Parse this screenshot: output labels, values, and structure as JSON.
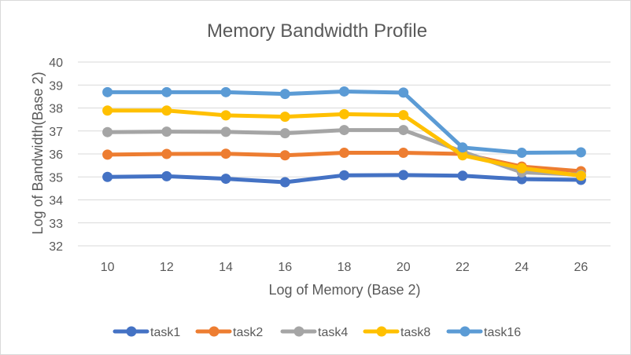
{
  "chart_data": {
    "type": "line",
    "title": "Memory Bandwidth Profile",
    "xlabel": "Log of Memory (Base 2)",
    "ylabel": "Log of Bandwidth(Base 2)",
    "categories": [
      10,
      12,
      14,
      16,
      18,
      20,
      22,
      24,
      26
    ],
    "ylim": [
      32,
      40
    ],
    "yticks": [
      32,
      33,
      34,
      35,
      36,
      37,
      38,
      39,
      40
    ],
    "grid": true,
    "legend_position": "bottom",
    "series": [
      {
        "name": "task1",
        "color": "#4472C4",
        "values": [
          35.0,
          35.03,
          34.92,
          34.77,
          35.07,
          35.08,
          35.05,
          34.9,
          34.87
        ]
      },
      {
        "name": "task2",
        "color": "#ED7D31",
        "values": [
          35.97,
          36.0,
          36.01,
          35.94,
          36.05,
          36.05,
          36.0,
          35.45,
          35.25
        ]
      },
      {
        "name": "task4",
        "color": "#A5A5A5",
        "values": [
          36.95,
          36.97,
          36.96,
          36.9,
          37.04,
          37.04,
          36.1,
          35.2,
          35.1
        ]
      },
      {
        "name": "task8",
        "color": "#FFC000",
        "values": [
          37.89,
          37.89,
          37.68,
          37.62,
          37.73,
          37.69,
          35.94,
          35.38,
          35.05
        ]
      },
      {
        "name": "task16",
        "color": "#5B9BD5",
        "values": [
          38.69,
          38.69,
          38.69,
          38.61,
          38.72,
          38.67,
          36.28,
          36.05,
          36.07
        ]
      }
    ]
  }
}
